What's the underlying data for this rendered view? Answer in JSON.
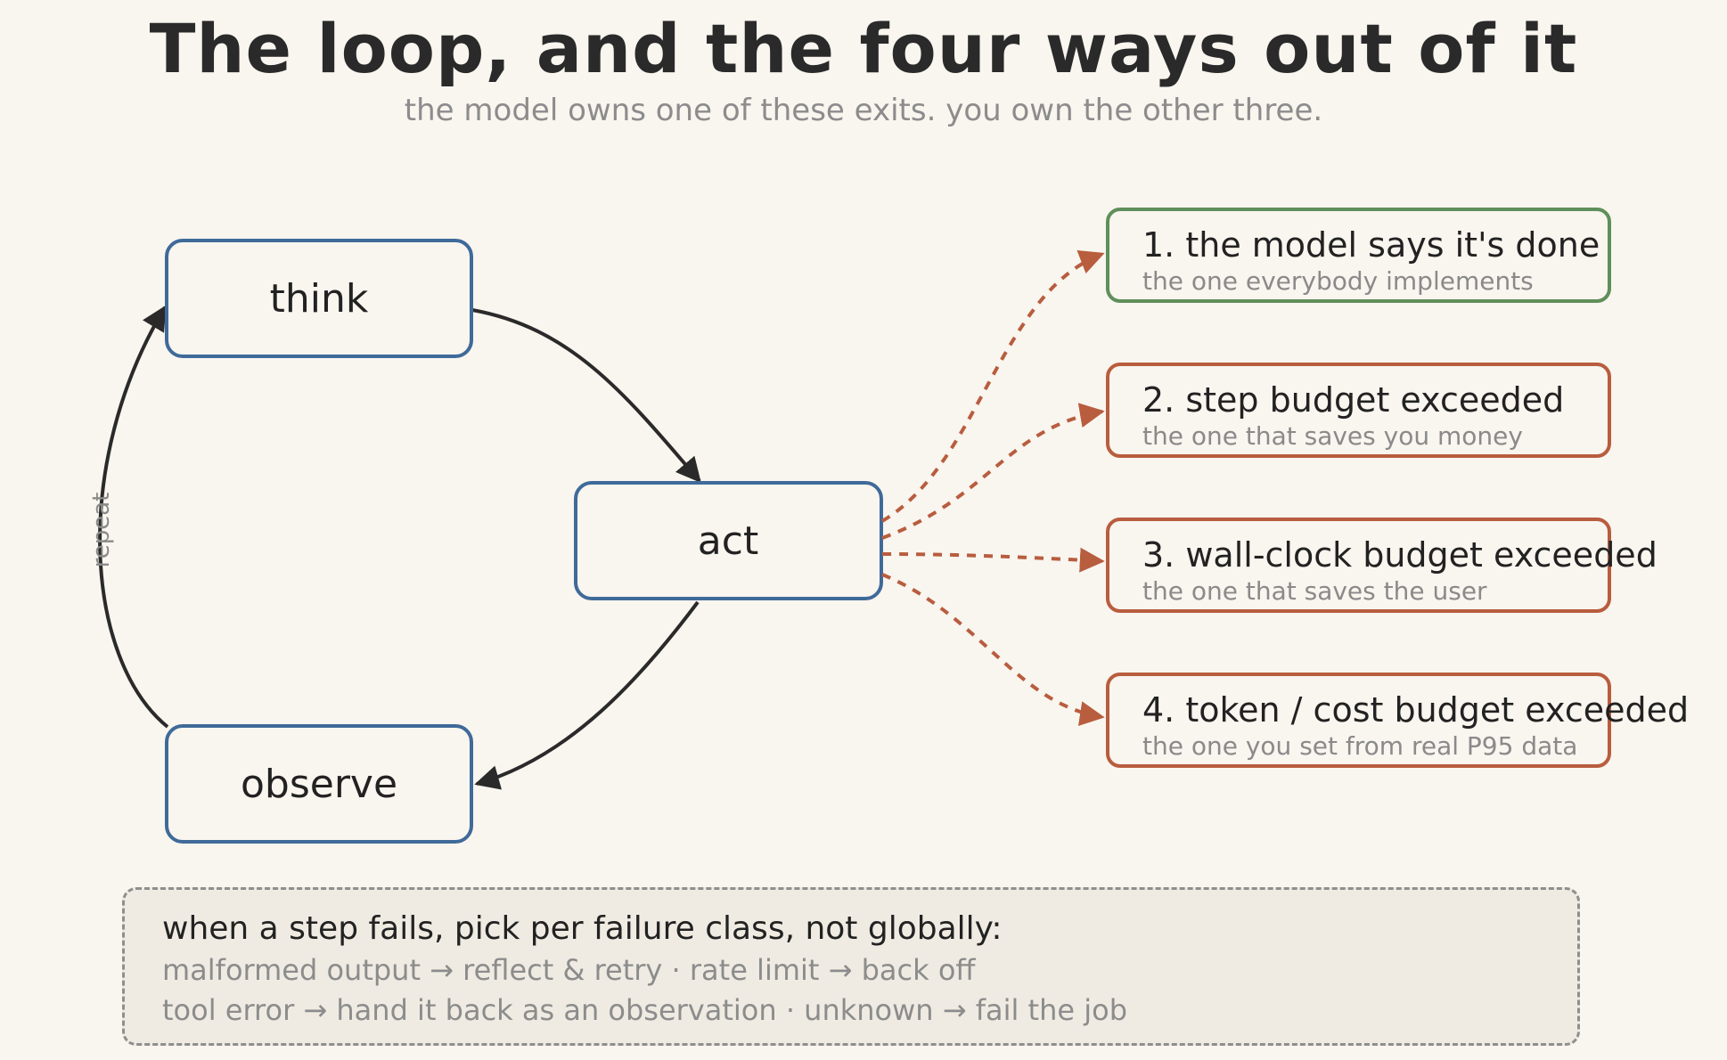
{
  "title": "The loop, and the four ways out of it",
  "subtitle": "the model owns one of these exits. you own the other three.",
  "colors": {
    "loop_node_border": "#3f6a99",
    "exit_done_border": "#5f8f5a",
    "exit_budget_border": "#b85d3e",
    "arrow": "#2a2a2a",
    "dashed_arrow": "#b85d3e"
  },
  "loop": {
    "nodes": {
      "think": "think",
      "act": "act",
      "observe": "observe"
    },
    "repeat_label": "repeat"
  },
  "exits": [
    {
      "title": "1. the model says it's done",
      "subtitle": "the one everybody implements",
      "kind": "done"
    },
    {
      "title": "2. step budget exceeded",
      "subtitle": "the one that saves you money",
      "kind": "budget"
    },
    {
      "title": "3. wall-clock budget exceeded",
      "subtitle": "the one that saves the user",
      "kind": "budget"
    },
    {
      "title": "4. token / cost budget exceeded",
      "subtitle": "the one you set from real P95 data",
      "kind": "budget"
    }
  ],
  "failure_note": {
    "heading": "when a step fails, pick per failure class, not globally:",
    "lines": [
      "malformed output → reflect & retry · rate limit → back off",
      "tool error → hand it back as an observation · unknown → fail the job"
    ]
  }
}
